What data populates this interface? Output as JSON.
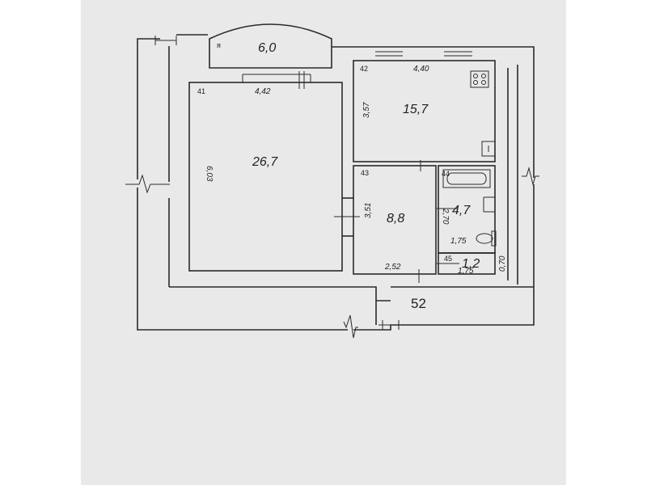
{
  "balcony": {
    "area": "6,0",
    "mark": "я"
  },
  "rooms": {
    "living": {
      "index": "41",
      "area": "26,7",
      "width": "4,42",
      "length": "6,03"
    },
    "kitchen": {
      "index": "42",
      "area": "15,7",
      "width": "4,40",
      "length": "3,57"
    },
    "bedroom": {
      "index": "43",
      "area": "8,8",
      "width": "2,52",
      "length": "3,51"
    },
    "bathroom": {
      "index": "44",
      "area": "4,7",
      "length": "2,70",
      "width": "1,75"
    },
    "wc": {
      "index": "45",
      "area": "1,2",
      "width": "1,75",
      "length": "0,70"
    }
  },
  "apartment_number": "52",
  "icons": {
    "bathtub": "bathtub-icon",
    "toilet": "toilet-icon",
    "stove": "stove-icon",
    "sink": "sink-icon"
  }
}
